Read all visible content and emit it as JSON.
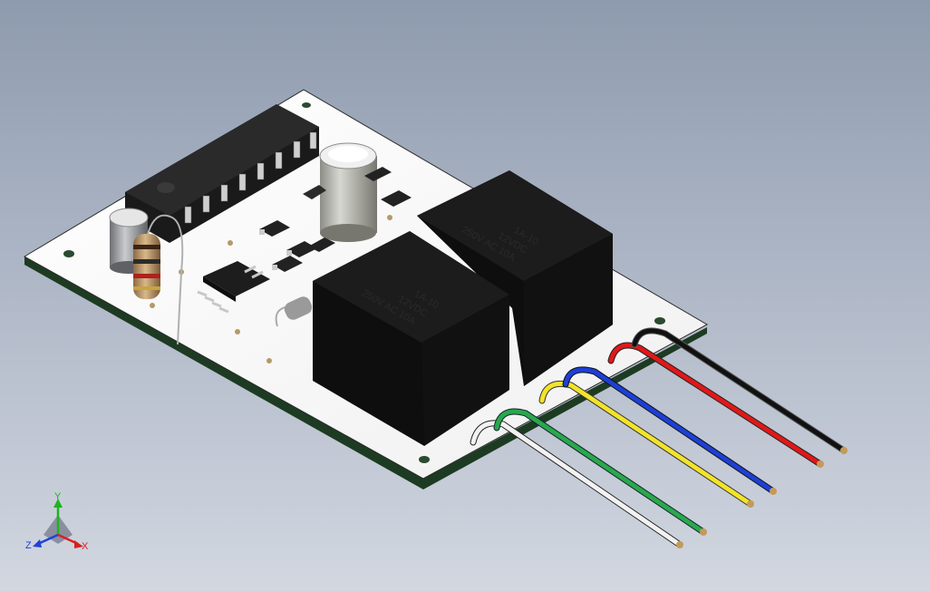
{
  "scene": {
    "type": "3d-model-viewport",
    "background": [
      "#8e9bae",
      "#d2d7e0"
    ]
  },
  "relays": [
    {
      "line1": "1A-10",
      "line2": "12VDC",
      "line3": "250V AC 10A"
    },
    {
      "line1": "1A-10",
      "line2": "12VDC",
      "line3": "250V AC 10A"
    }
  ],
  "wires": [
    "#f2f2f2",
    "#2aa84a",
    "#f3e32a",
    "#1d3fd6",
    "#e01818",
    "#111111"
  ],
  "triad": {
    "y": "Y",
    "z": "Z",
    "x": "X"
  }
}
